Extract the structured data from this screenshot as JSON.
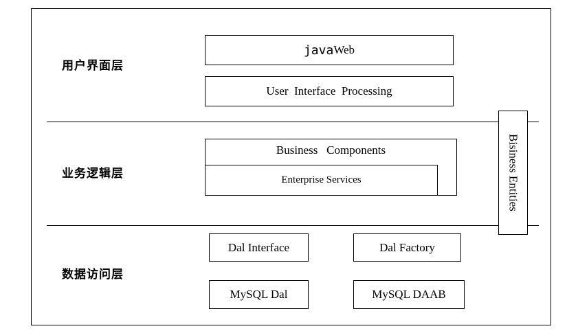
{
  "layers": {
    "ui": {
      "label": "用户界面层"
    },
    "business": {
      "label": "业务逻辑层"
    },
    "data": {
      "label": "数据访问层"
    }
  },
  "ui_boxes": {
    "javaweb_prefix": "java",
    "javaweb_suffix": "Web",
    "uip": "User  Interface  Processing"
  },
  "business_boxes": {
    "components": "Business   Components",
    "services": "Enterprise Services"
  },
  "side_box": {
    "label": "Bisiness Entities"
  },
  "data_boxes": {
    "dal_interface": "Dal Interface",
    "dal_factory": "Dal Factory",
    "mysql_dal": "MySQL Dal",
    "mysql_daab": "MySQL DAAB"
  }
}
